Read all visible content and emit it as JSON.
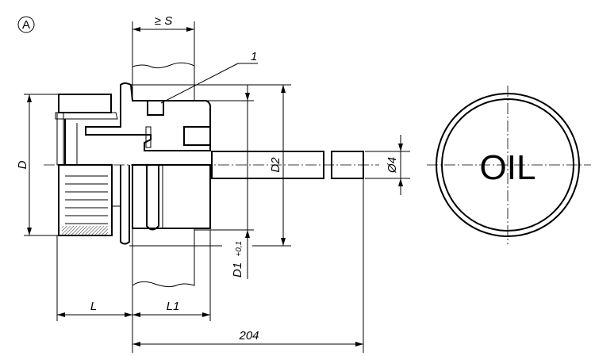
{
  "drawing": {
    "view_label": "A",
    "wall_thickness_label": "≥ S",
    "item_number": "1",
    "dim_D": "D",
    "dim_D2": "D2",
    "dim_D1": "D1",
    "dim_D1_tolerance": "+0,1",
    "dim_shaft_diameter": "Ø4",
    "dim_L": "L",
    "dim_L1": "L1",
    "dim_total_length": "204",
    "cap_marking": "OIL"
  }
}
